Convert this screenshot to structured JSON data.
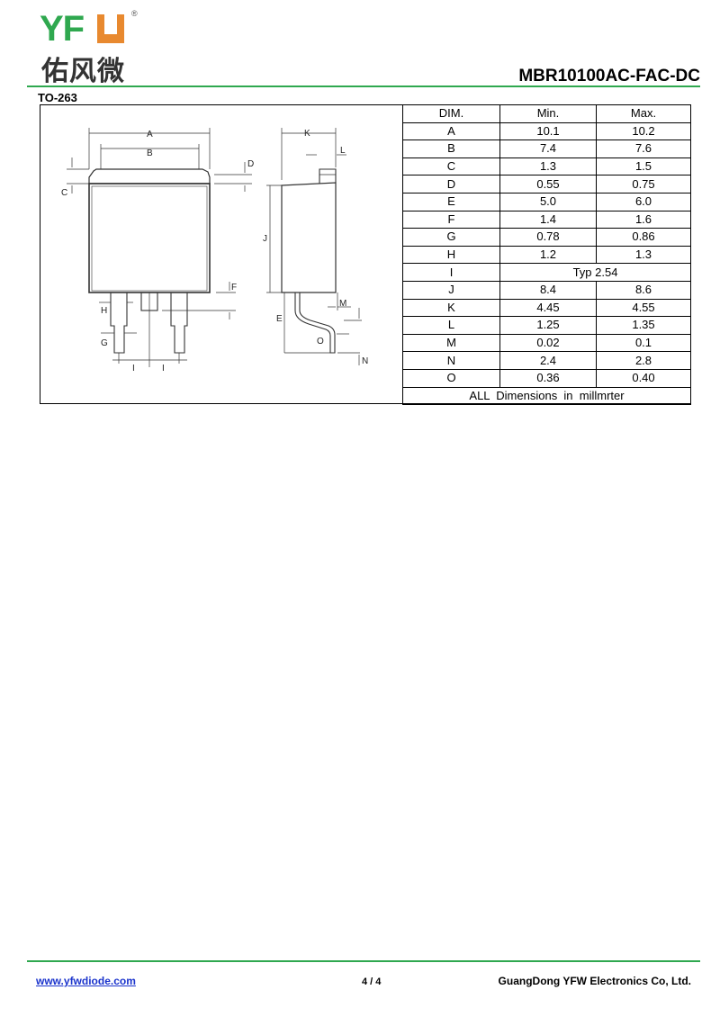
{
  "header": {
    "logo_text": "YFW",
    "logo_cn": "佑风微",
    "part_number": "MBR10100AC-FAC-DC",
    "package": "TO-263"
  },
  "diagram_labels": {
    "A": "A",
    "B": "B",
    "C": "C",
    "D": "D",
    "E": "E",
    "F": "F",
    "G": "G",
    "H": "H",
    "I": "I",
    "J": "J",
    "K": "K",
    "L": "L",
    "M": "M",
    "N": "N",
    "O": "O"
  },
  "table": {
    "headers": [
      "DIM.",
      "Min.",
      "Max."
    ],
    "rows": [
      [
        "A",
        "10.1",
        "10.2"
      ],
      [
        "B",
        "7.4",
        "7.6"
      ],
      [
        "C",
        "1.3",
        "1.5"
      ],
      [
        "D",
        "0.55",
        "0.75"
      ],
      [
        "E",
        "5.0",
        "6.0"
      ],
      [
        "F",
        "1.4",
        "1.6"
      ],
      [
        "G",
        "0.78",
        "0.86"
      ],
      [
        "H",
        "1.2",
        "1.3"
      ],
      [
        "I",
        "Typ 2.54",
        ""
      ],
      [
        "J",
        "8.4",
        "8.6"
      ],
      [
        "K",
        "4.45",
        "4.55"
      ],
      [
        "L",
        "1.25",
        "1.35"
      ],
      [
        "M",
        "0.02",
        "0.1"
      ],
      [
        "N",
        "2.4",
        "2.8"
      ],
      [
        "O",
        "0.36",
        "0.40"
      ]
    ],
    "note": "ALL  Dimensions  in  millmrter"
  },
  "footer": {
    "website": "www.yfwdiode.com",
    "page": "4 / 4",
    "company": "GuangDong YFW Electronics Co, Ltd."
  },
  "colors": {
    "green": "#2fa84f",
    "orange": "#e8892f",
    "link": "#1a33cc"
  }
}
